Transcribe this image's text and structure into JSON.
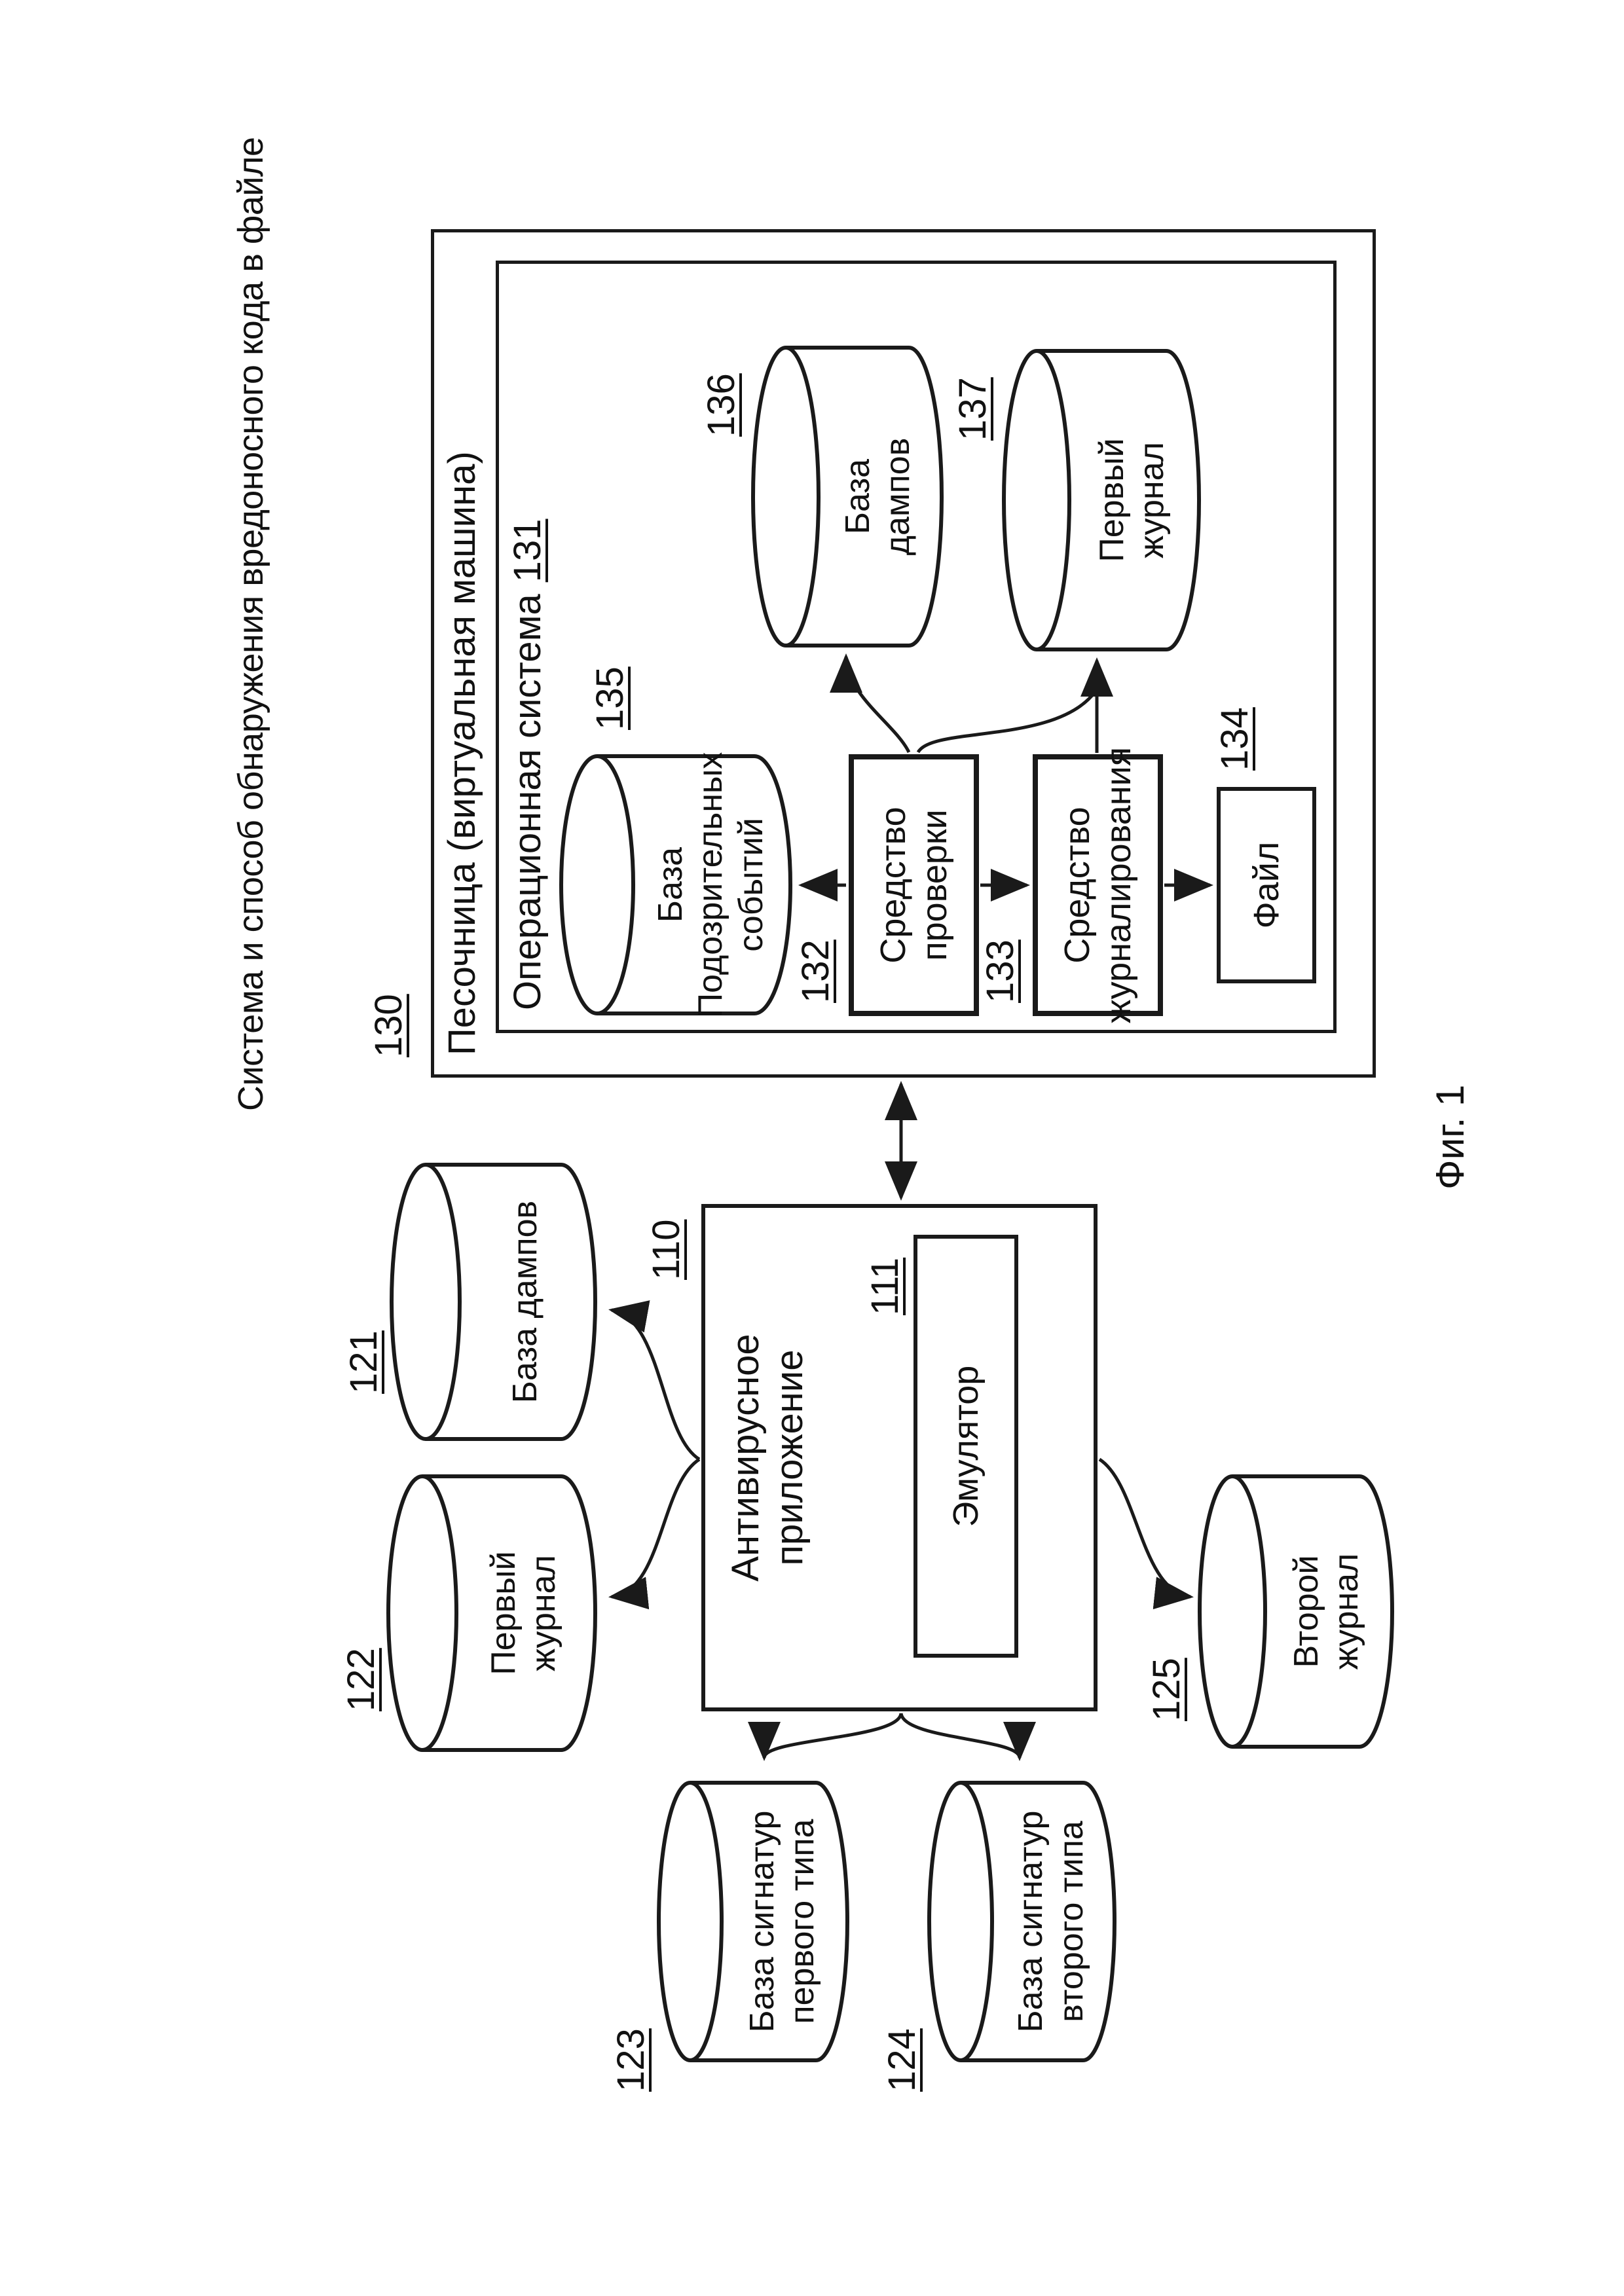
{
  "figure": {
    "title": "Система и способ обнаружения вредоносного кода в файле",
    "caption": "Фиг. 1"
  },
  "sandbox": {
    "number": "130",
    "label": "Песочница (виртуальная машина)",
    "os": {
      "number": "131",
      "label": "Операционная система"
    },
    "suspicious_events_db": {
      "number": "135",
      "lines": [
        "База",
        "Подозрительных",
        "событий"
      ]
    },
    "checker": {
      "number": "132",
      "lines": [
        "Средство",
        "проверки"
      ]
    },
    "logger": {
      "number": "133",
      "lines": [
        "Средство",
        "журналирования"
      ]
    },
    "file": {
      "number": "134",
      "label": "Файл"
    },
    "dumps_db": {
      "number": "136",
      "lines": [
        "База",
        "дампов"
      ]
    },
    "first_log": {
      "number": "137",
      "lines": [
        "Первый",
        "журнал"
      ]
    }
  },
  "antivirus": {
    "number": "110",
    "lines": [
      "Антивирусное",
      "приложение"
    ],
    "emulator": {
      "number": "111",
      "label": "Эмулятор"
    }
  },
  "storages": {
    "dumps_db": {
      "number": "121",
      "lines": [
        "База дампов"
      ]
    },
    "first_log": {
      "number": "122",
      "lines": [
        "Первый",
        "журнал"
      ]
    },
    "signatures_type1": {
      "number": "123",
      "lines": [
        "База сигнатур",
        "первого типа"
      ]
    },
    "signatures_type2": {
      "number": "124",
      "lines": [
        "База сигнатур",
        "второго типа"
      ]
    },
    "second_log": {
      "number": "125",
      "lines": [
        "Второй",
        "журнал"
      ]
    }
  },
  "colors": {
    "line": "#1a1a1a",
    "text": "#111111",
    "background": "#ffffff"
  }
}
